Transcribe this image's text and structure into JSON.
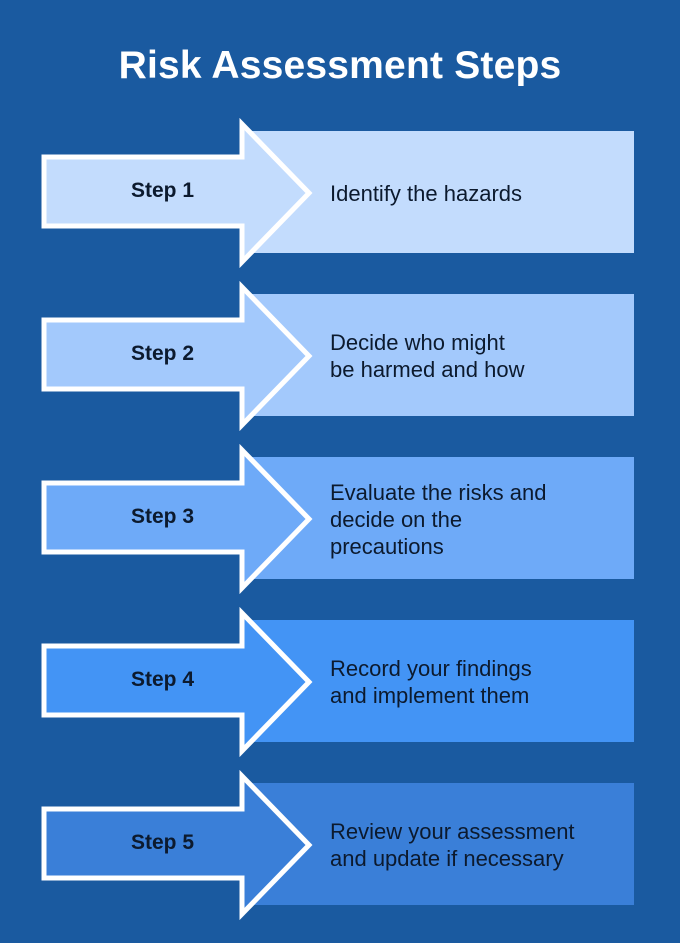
{
  "title": "Risk Assessment Steps",
  "steps": [
    {
      "label": "Step 1",
      "description": "Identify the hazards",
      "color": "#c3dcfd"
    },
    {
      "label": "Step 2",
      "description": "Decide who might\nbe harmed and how",
      "color": "#a3c9fc"
    },
    {
      "label": "Step 3",
      "description": "Evaluate the risks and\ndecide on the\nprecautions",
      "color": "#6eaaf8"
    },
    {
      "label": "Step 4",
      "description": "Record your findings\nand implement them",
      "color": "#4394f5"
    },
    {
      "label": "Step 5",
      "description": "Review your assessment\n and update if necessary",
      "color": "#3a7fd8"
    }
  ],
  "colors": {
    "background": "#1a5aa0",
    "outline": "#ffffff",
    "text": "#0c1a2e"
  }
}
